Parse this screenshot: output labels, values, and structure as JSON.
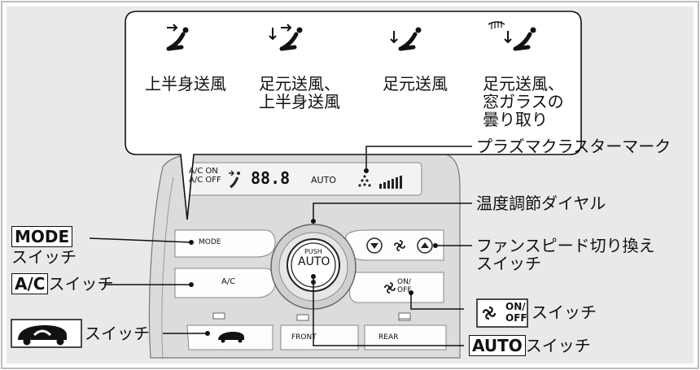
{
  "modes": [
    {
      "label": "上半身送風",
      "icon": "vent-face-icon"
    },
    {
      "label": "足元送風、\n上半身送風",
      "icon": "vent-bilevel-icon"
    },
    {
      "label": "足元送風",
      "icon": "vent-floor-icon"
    },
    {
      "label": "足元送風、\n窓ガラスの\n曇り取り",
      "icon": "vent-floor-defrost-icon"
    }
  ],
  "callouts": {
    "plasma": "プラズマクラスターマーク",
    "temp_dial": "温度調節ダイヤル",
    "fan_speed": "ファンスピード切り換え\nスイッチ",
    "fan_onoff": "スイッチ",
    "fan_onoff_box_top": "ON/",
    "fan_onoff_box_bottom": "OFF",
    "auto_box": "AUTO",
    "auto_suffix": "スイッチ",
    "mode_box": "MODE",
    "mode_suffix": "スイッチ",
    "ac_box": "A/C",
    "ac_suffix": "スイッチ",
    "recirc_suffix": "スイッチ"
  },
  "panel": {
    "display_ac_on": "A/C ON",
    "display_ac_off": "A/C OFF",
    "display_temp": "88.8",
    "display_auto": "AUTO",
    "mode_btn": "MODE",
    "ac_btn": "A/C",
    "push": "PUSH",
    "auto_btn": "AUTO",
    "front_btn": "FRONT",
    "rear_btn": "REAR",
    "on": "ON/",
    "off": "OFF"
  }
}
